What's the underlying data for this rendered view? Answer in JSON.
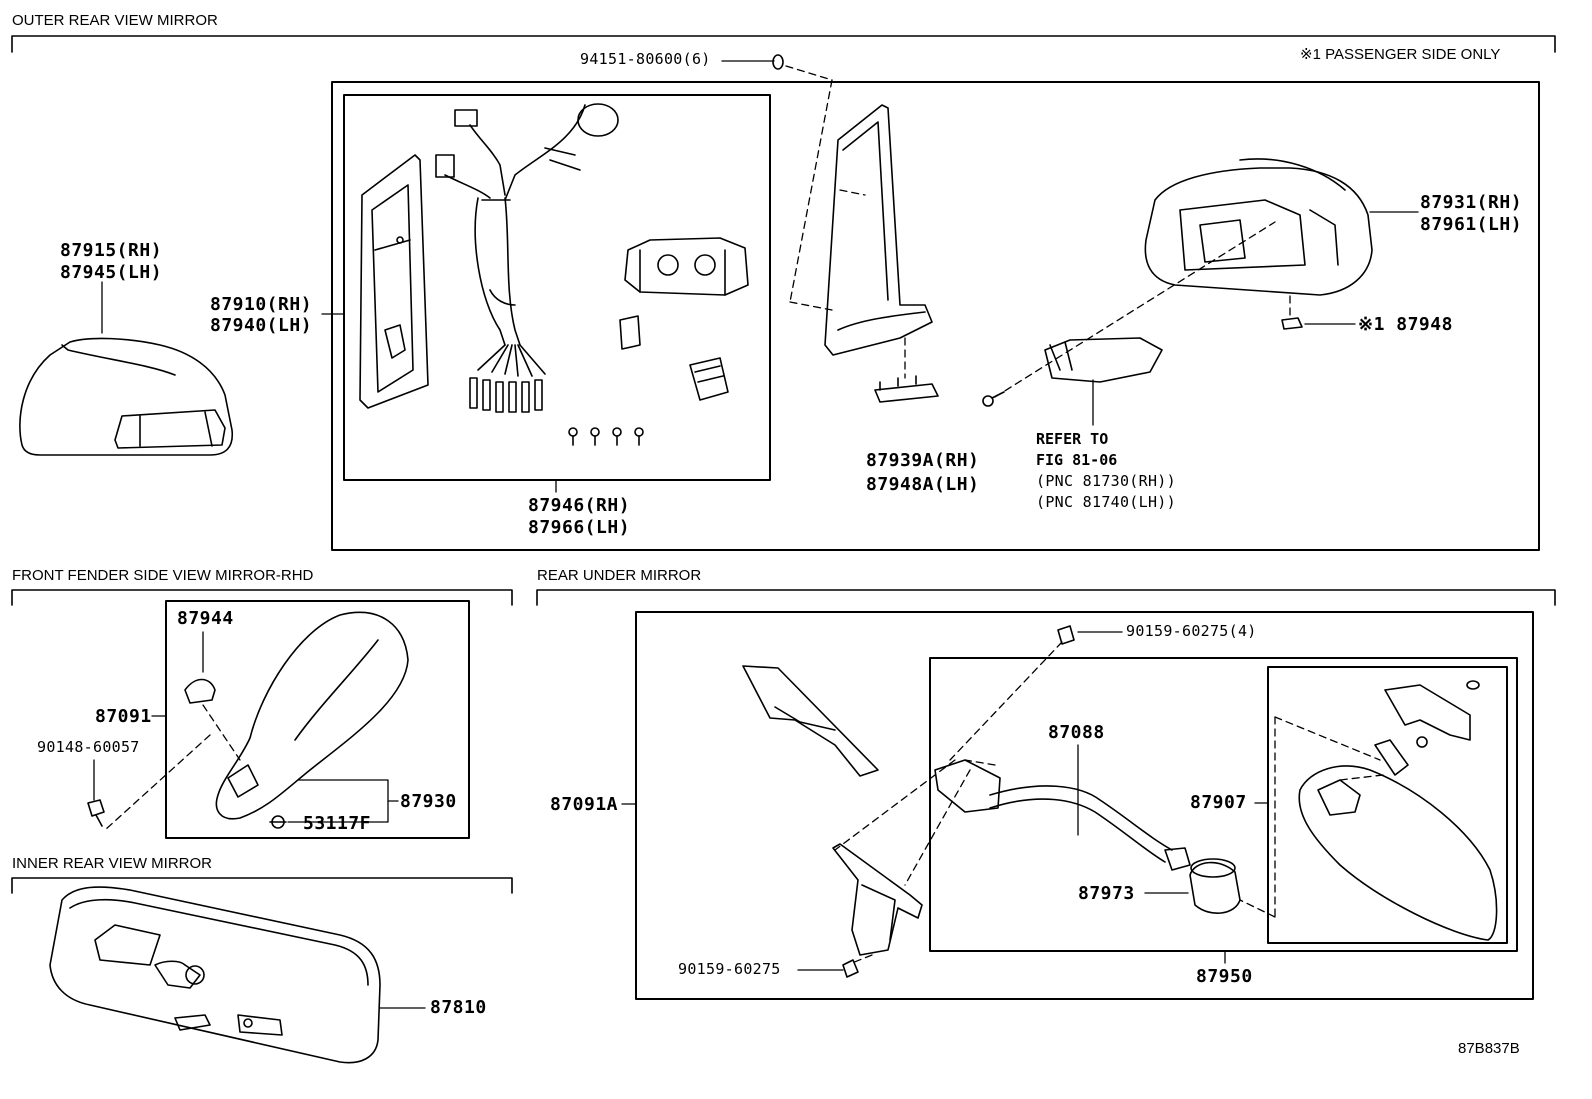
{
  "sections": {
    "outer_rear_view_mirror": "OUTER REAR VIEW MIRROR",
    "front_fender_side_view_mirror": "FRONT FENDER SIDE VIEW MIRROR-RHD",
    "rear_under_mirror": "REAR UNDER MIRROR",
    "inner_rear_view_mirror": "INNER REAR VIEW MIRROR"
  },
  "notes": {
    "passenger_side_only": "※1 PASSENGER SIDE ONLY",
    "figure_id": "87B837B"
  },
  "callouts": {
    "p94151": "94151-80600(6)",
    "p87915": "87915(RH)",
    "p87945": "87945(LH)",
    "p87910": "87910(RH)",
    "p87940": "87940(LH)",
    "p87946": "87946(RH)",
    "p87966": "87966(LH)",
    "p87939a": "87939A(RH)",
    "p87948a": "87948A(LH)",
    "refer_1": "REFER TO",
    "refer_2": "FIG 81-06",
    "refer_3": "(PNC 81730(RH))",
    "refer_4": "(PNC 81740(LH))",
    "p87931": "87931(RH)",
    "p87961": "87961(LH)",
    "p87948": "※1 87948",
    "p87944": "87944",
    "p87091": "87091",
    "p90148": "90148-60057",
    "p87930": "87930",
    "p53117f": "53117F",
    "p87810": "87810",
    "p90159_4": "90159-60275(4)",
    "p87088": "87088",
    "p87091a": "87091A",
    "p87907": "87907",
    "p87973": "87973",
    "p90159": "90159-60275",
    "p87950": "87950"
  }
}
